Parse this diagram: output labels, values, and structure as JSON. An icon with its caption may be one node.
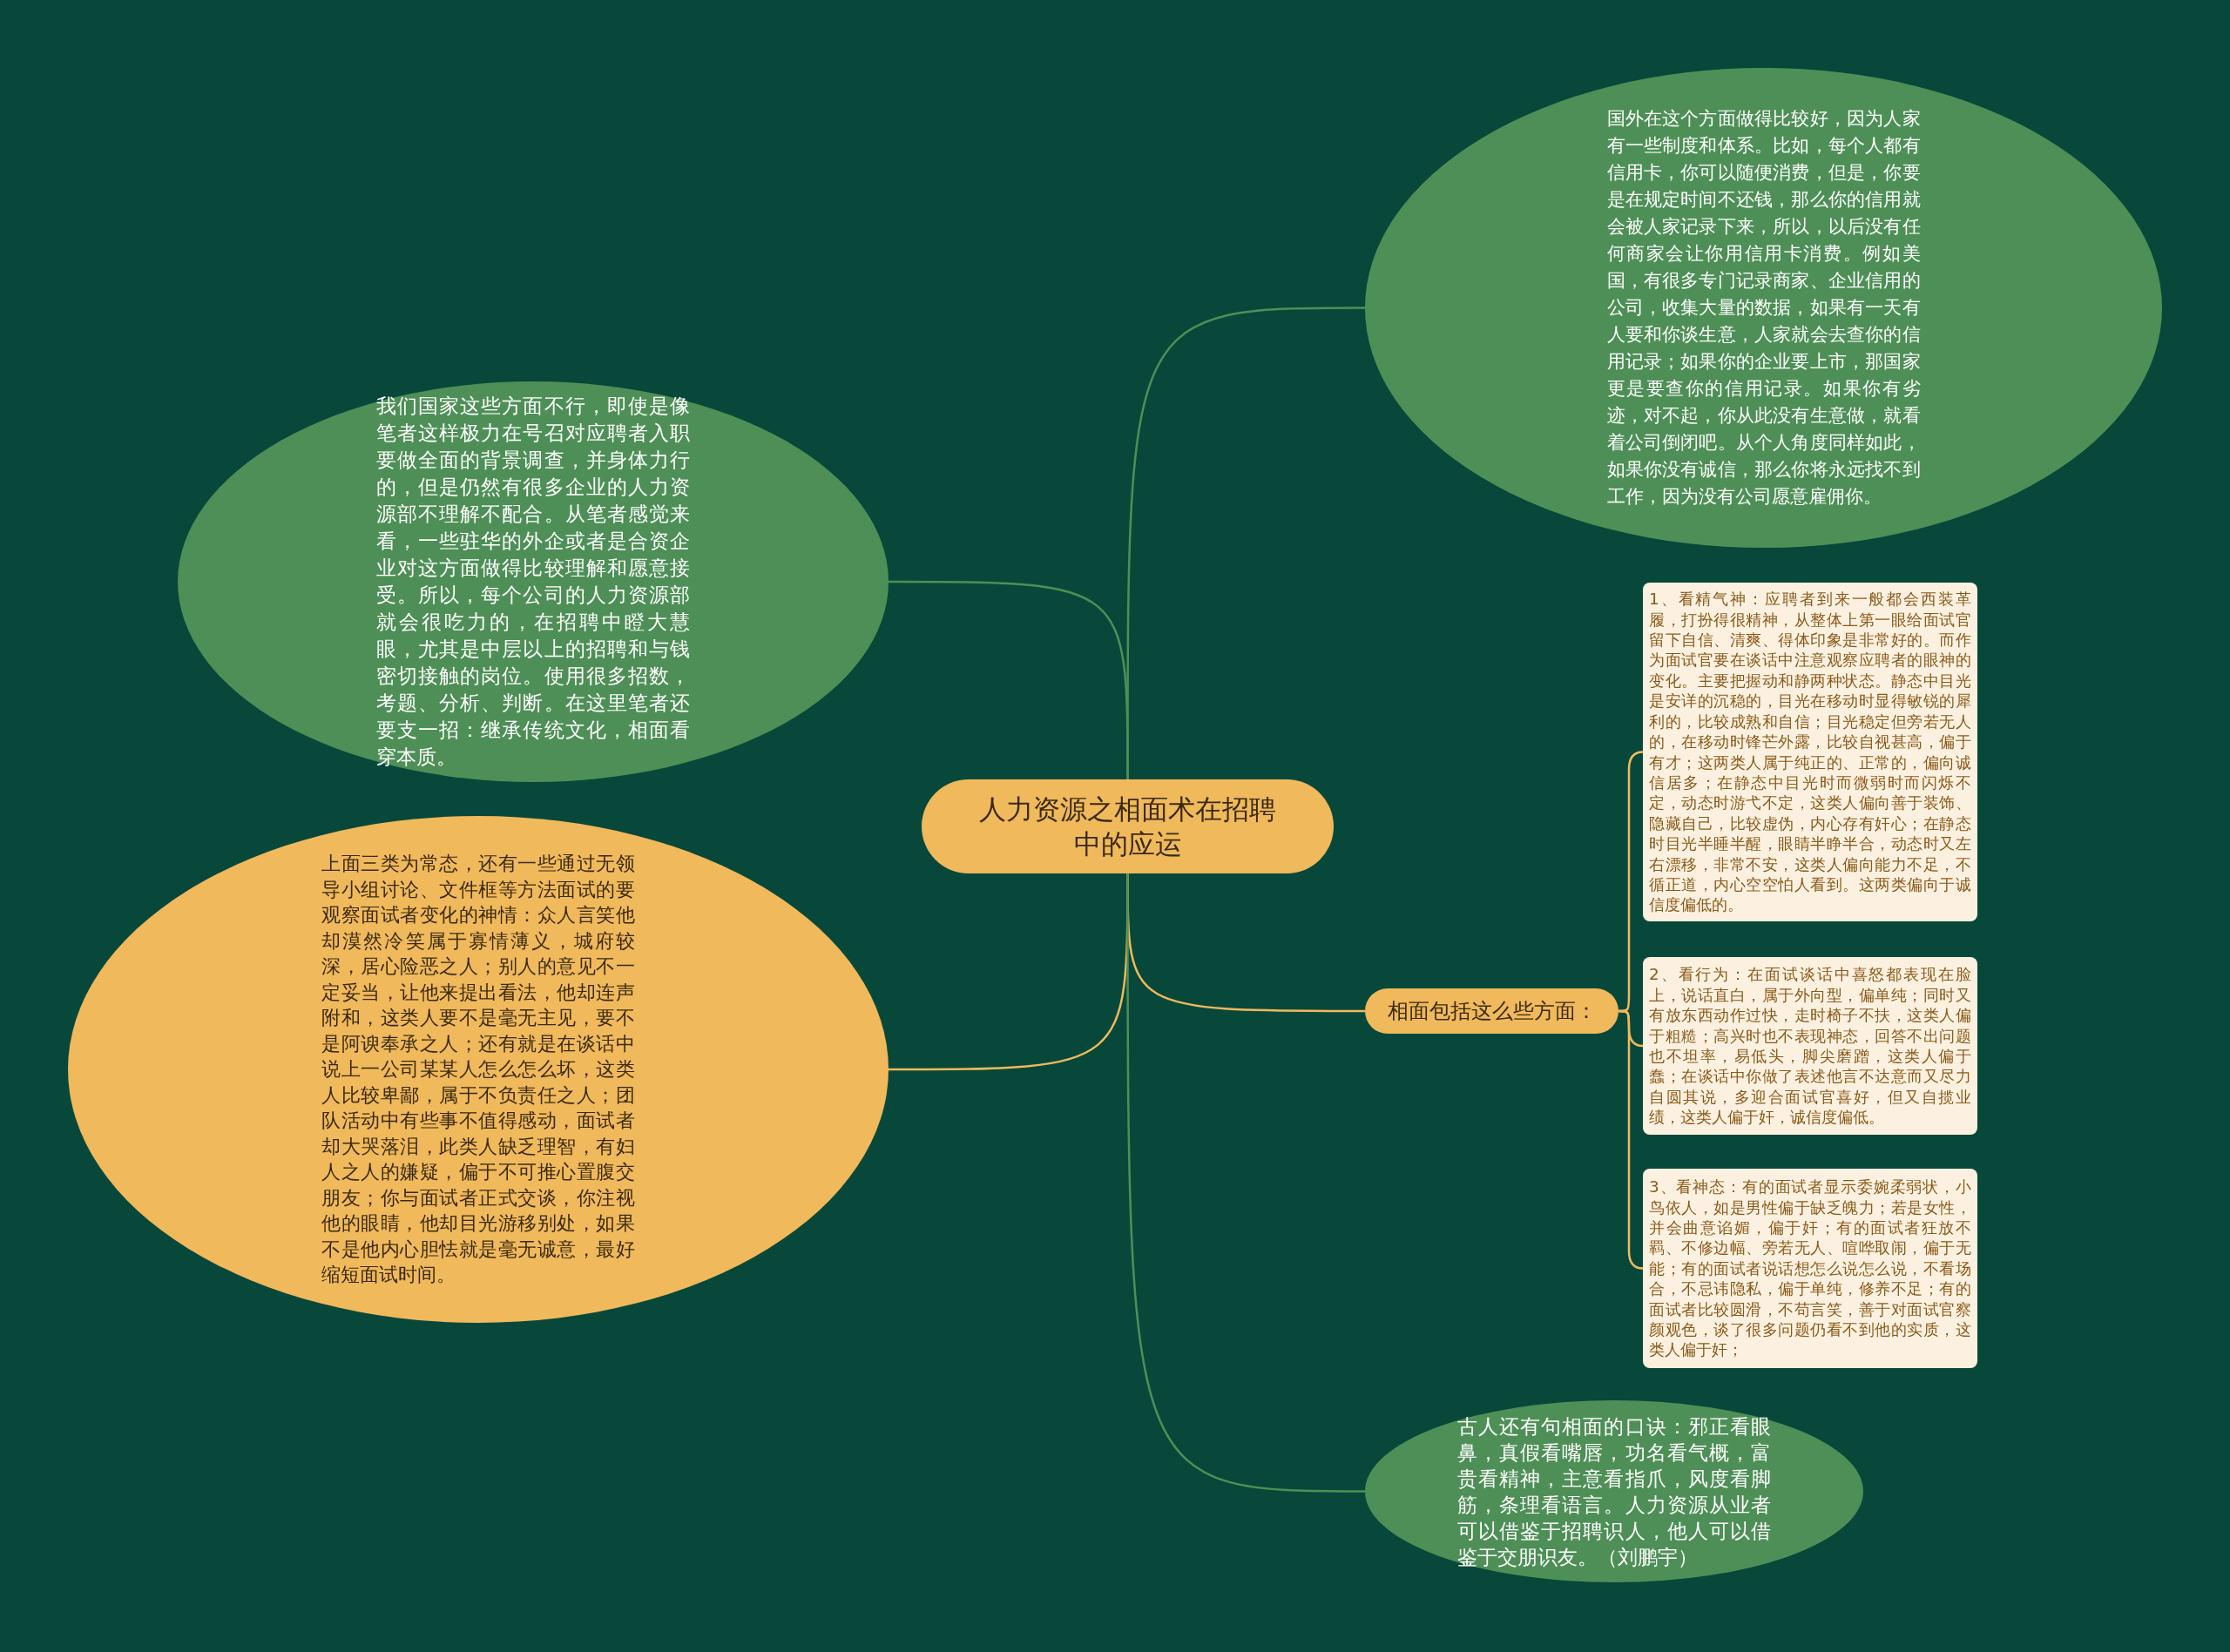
{
  "diagram": {
    "nodes": [
      {
        "text": [
          "人力资源之相面术在招聘中的应运"
        ]
      },
      {
        "text": [
          "国外在这个方面做得比较好，因为人家有一些制度和体系。比如，每个人都有信用卡，你可以随便消费，但是，你要是在规定时间不还钱，那么你的信用就会被人家记录下来，所以，以后没有任何商家会让你用信用卡消费。例如美国，有很多专门记录商家、企业信用的公司，收集大量的数据，如果有一天有人要和你谈生意，人家就会去查你的信用记录；如果你的企业要上市，那国家更是要查你的信用记录。如果你有劣迹，对不起，你从此没有生意做，就看着公司倒闭吧。从个人角度同样如此，如果你没有诚信，那么你将永远找不到工作，因为没有公司愿意雇佣你。"
        ]
      },
      {
        "text": [
          "我们国家这些方面不行，即使是像笔者这样极力在号召对应聘者入职要做全面的背景调查，并身体力行的，但是仍然有很多企业的人力资源部不理解不配合。从笔者感觉来看，一些驻华的外企或者是合资企业对这方面做得比较理解和愿意接受。所以，每个公司的人力资源部就会很吃力的，在招聘中瞪大慧眼，尤其是中层以上的招聘和与钱密切接触的岗位。使用很多招数，考题、分析、判断。在这里笔者还要支一招：继承传统文化，相面看穿本质。"
        ]
      },
      {
        "text": [
          "上面三类为常态，还有一些通过无领导小组讨论、文件框等方法面试的要观察面试者变化的神情：众人言笑他却漠然冷笑属于寡情薄义，城府较深，居心险恶之人；别人的意见不一定妥当，让他来提出看法，他却连声附和，这类人要不是毫无主见，要不是阿谀奉承之人；还有就是在谈话中说上一公司某某人怎么怎么坏，这类人比较卑鄙，属于不负责任之人；团队活动中有些事不值得感动，面试者却大哭落泪，此类人缺乏理智，有妇人之人的嫌疑，偏于不可推心置腹交朋友；你与面试者正式交谈，你注视他的眼睛，他却目光游移别处，如果不是他内心胆怯就是毫无诚意，最好缩短面试时间。"
        ]
      },
      {
        "text": [
          "相面包括这么些方面："
        ]
      },
      {
        "text": [
          "1、看精气神：应聘者到来一般都会西装革履，打扮得很精神，从整体上第一眼给面试官留下自信、清爽、得体印象是非常好的。而作为面试官要在谈话中注意观察应聘者的眼神的变化。主要把握动和静两种状态。静态中目光是安详的沉稳的，目光在移动时显得敏锐的犀利的，比较成熟和自信；目光稳定但旁若无人的，在移动时锋芒外露，比较自视甚高，偏于有才；这两类人属于纯正的、正常的，偏向诚信居多；在静态中目光时而微弱时而闪烁不定，动态时游弋不定，这类人偏向善于装饰、隐藏自己，比较虚伪，内心存有奸心；在静态时目光半睡半醒，眼睛半睁半合，动态时又左右漂移，非常不安，这类人偏向能力不足，不循正道，内心空空怕人看到。这两类偏向于诚信度偏低的。"
        ]
      },
      {
        "text": [
          "2、看行为：在面试谈话中喜怒都表现在脸上，说话直白，属于外向型，偏单纯；同时又有放东西动作过快，走时椅子不扶，这类人偏于粗糙；高兴时也不表现神态，回答不出问题也不坦率，易低头，脚尖磨蹭，这类人偏于蠢；在谈话中你做了表述他言不达意而又尽力自圆其说，多迎合面试官喜好，但又自揽业绩，这类人偏于奸，诚信度偏低。"
        ]
      },
      {
        "text": [
          "3、看神态：有的面试者显示委婉柔弱状，小鸟依人，如是男性偏于缺乏魄力；若是女性，并会曲意谄媚，偏于奸；有的面试者狂放不羁、不修边幅、旁若无人、喧哗取闹，偏于无能；有的面试者说话想怎么说怎么说，不看场合，不忌讳隐私，偏于单纯，修养不足；有的面试者比较圆滑，不苟言笑，善于对面试官察颜观色，谈了很多问题仍看不到他的实质，这类人偏于奸；"
        ]
      },
      {
        "text": [
          "古人还有句相面的口诀：邪正看眼鼻，真假看嘴唇，功名看气概，富贵看精神，主意看指爪，风度看脚筋，条理看语言。人力资源从业者可以借鉴于招聘识人，他人可以借鉴于交朋识友。（刘鹏宇）"
        ]
      }
    ],
    "edges": [
      {
        "from": 0,
        "to": 1,
        "arrow": "none",
        "color": "#4e8f57"
      },
      {
        "from": 0,
        "to": 2,
        "arrow": "none",
        "color": "#4e8f57"
      },
      {
        "from": 0,
        "to": 3,
        "arrow": "none"
      },
      {
        "from": 0,
        "to": 4,
        "arrow": "none"
      },
      {
        "from": 4,
        "to": 5,
        "arrow": "none"
      },
      {
        "from": 4,
        "to": 6,
        "arrow": "none"
      },
      {
        "from": 4,
        "to": 7,
        "arrow": "none"
      },
      {
        "from": 0,
        "to": 8,
        "arrow": "none",
        "color": "#4e8f57"
      }
    ]
  }
}
